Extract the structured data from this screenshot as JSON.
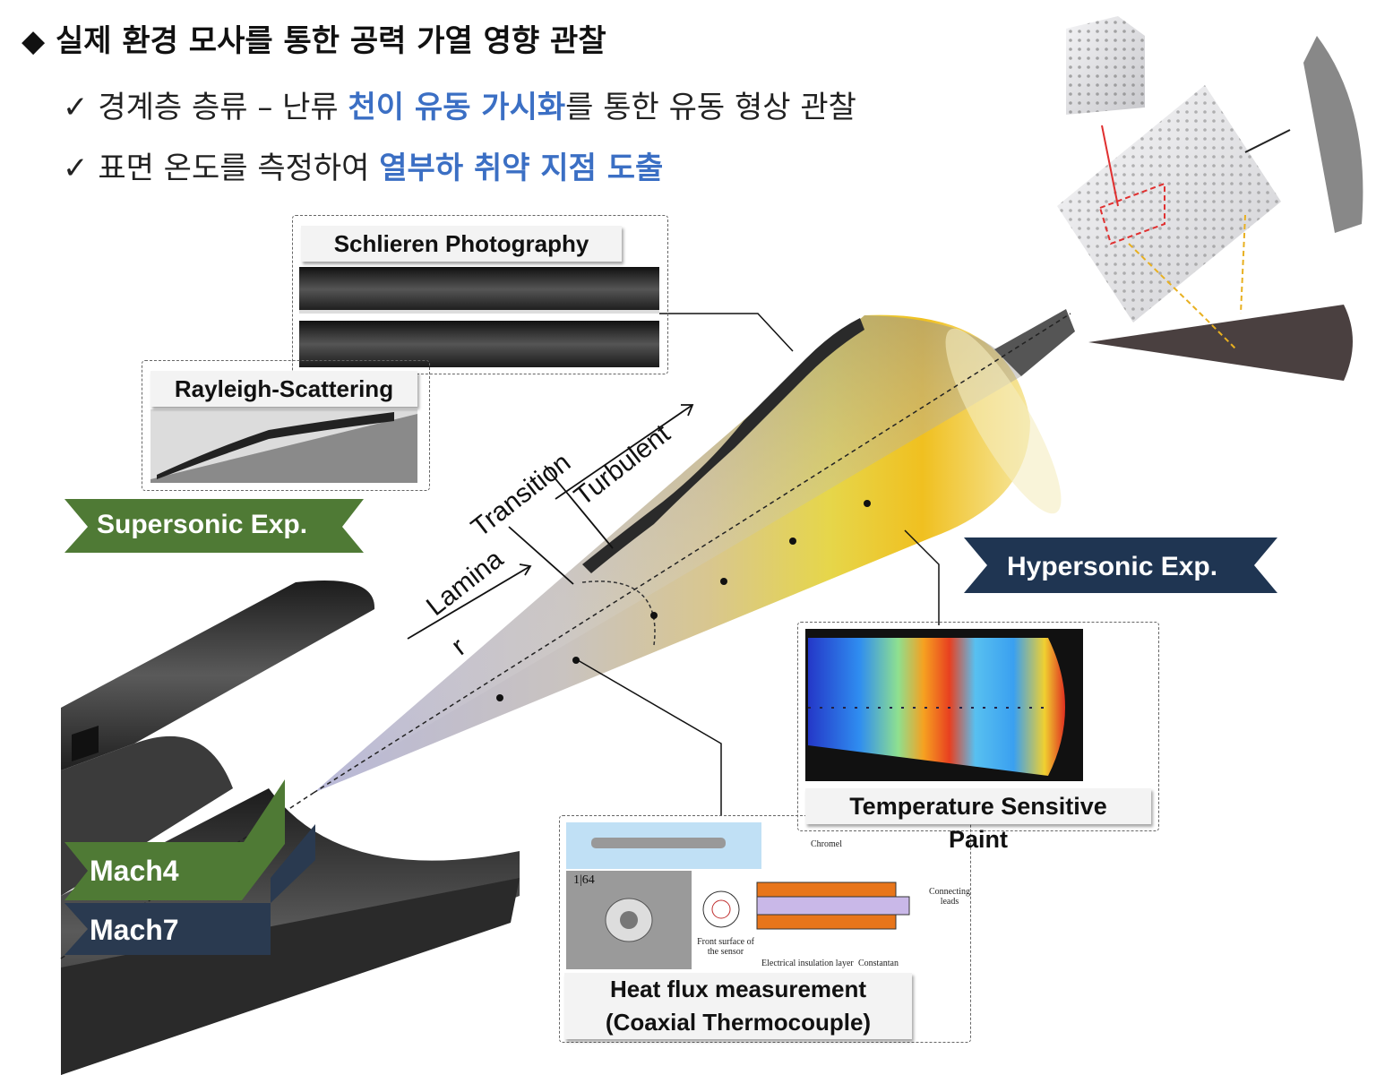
{
  "header": {
    "title_symbol": "◆",
    "title": "실제 환경 모사를 통한 공력 가열 영향 관찰",
    "bullets": [
      {
        "check": "✓",
        "pre": "경계층 층류 – 난류 ",
        "highlight": "천이 유동 가시화",
        "post": "를 통한 유동 형상 관찰"
      },
      {
        "check": "✓",
        "pre": "표면 온도를 측정하여 ",
        "highlight": "열부하 취약 지점 도출",
        "post": ""
      }
    ]
  },
  "panels": {
    "schlieren": "Schlieren Photography",
    "rayleigh": "Rayleigh-Scattering",
    "tsp_line1": "Temperature Sensitive",
    "tsp_line2": "Paint",
    "heatflux_line1": "Heat flux measurement",
    "heatflux_line2": "(Coaxial Thermocouple)"
  },
  "banners": {
    "supersonic": "Supersonic Exp.",
    "hypersonic": "Hypersonic Exp.",
    "mach4": "Mach4",
    "mach7": "Mach7"
  },
  "flow_regions": {
    "lamina": "Lamina",
    "r": "r",
    "transition": "Transition",
    "turbulent": "Turbulent"
  },
  "sensor_diagram": {
    "ruler": "1|64",
    "chromel": "Chromel",
    "connecting_leads": "Connecting leads",
    "front_surface": "Front surface of the sensor",
    "insulation": "Electrical insulation layer",
    "constantan": "Constantan"
  },
  "colors": {
    "green": "#4f7a35",
    "navy": "#1f3552",
    "accent_blue": "#3b6fc4"
  }
}
